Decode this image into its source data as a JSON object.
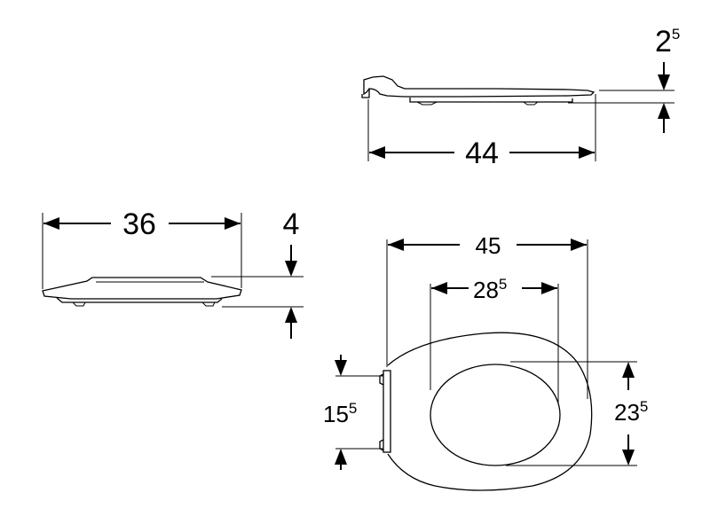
{
  "dimensions": {
    "side_height": {
      "main": "2",
      "sup": "5"
    },
    "side_length": {
      "main": "44"
    },
    "lid_length": {
      "main": "36"
    },
    "lid_height": {
      "main": "4"
    },
    "seat_width": {
      "main": "45"
    },
    "opening_width": {
      "main": "28",
      "sup": "5"
    },
    "hinge_spacing": {
      "main": "15",
      "sup": "5"
    },
    "opening_length": {
      "main": "23",
      "sup": "5"
    }
  }
}
